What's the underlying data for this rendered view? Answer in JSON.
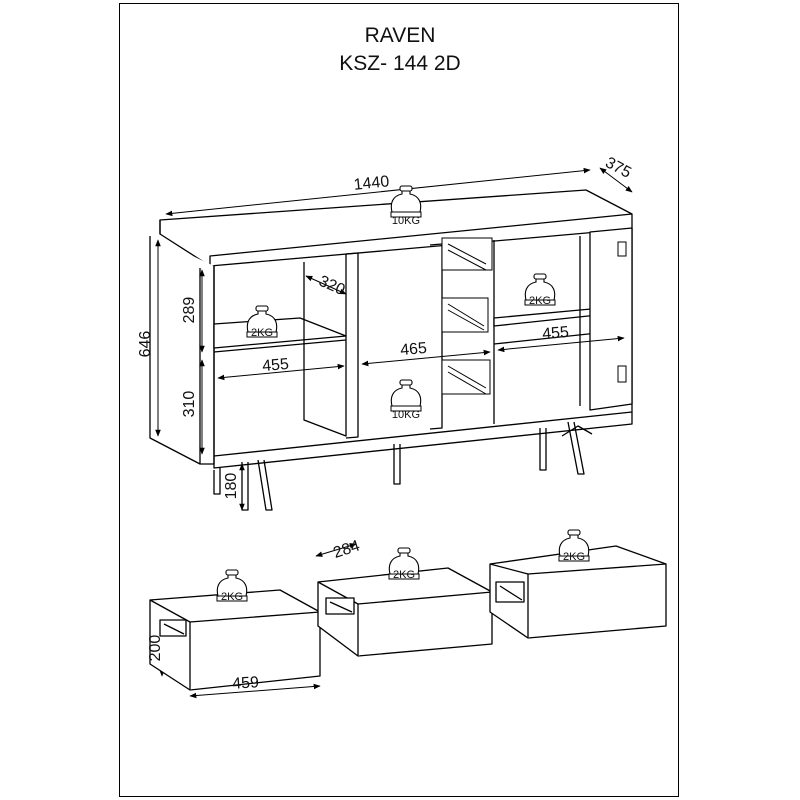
{
  "header": {
    "product_name": "RAVEN",
    "model_code": "KSZ- 144 2D"
  },
  "cabinet": {
    "width": "1440",
    "depth": "375",
    "height": "646",
    "upper_compartment_height": "289",
    "lower_compartment_height": "310",
    "leg_height": "180",
    "inner_depth": "320",
    "left_section_width": "455",
    "middle_section_width": "465",
    "right_section_width": "455",
    "top_load": "10KG",
    "shelf_load_left": "2KG",
    "shelf_load_right": "2KG",
    "bottom_load": "10KG"
  },
  "drawers": {
    "depth": "284",
    "front_height": "200",
    "width": "459",
    "items": [
      {
        "load": "2KG"
      },
      {
        "load": "2KG"
      },
      {
        "load": "2KG"
      }
    ]
  },
  "colors": {
    "line": "#000000",
    "background": "#ffffff"
  }
}
